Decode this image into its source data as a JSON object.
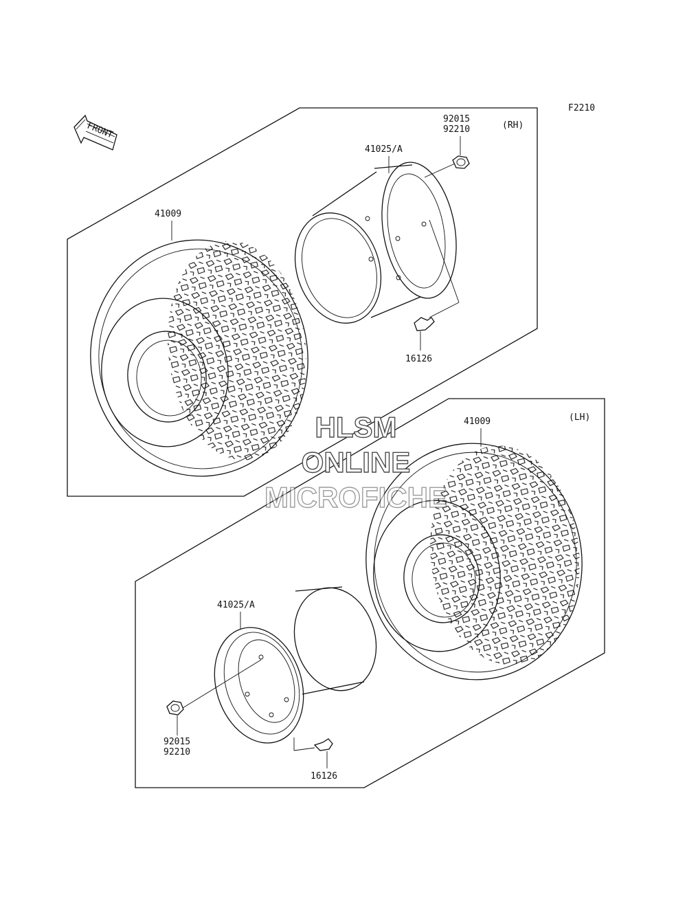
{
  "diagram_code": "F2210",
  "front_arrow_text": "FRONT",
  "rh_group": {
    "side_label": "(RH)",
    "tire_part": "41009",
    "wheel_part": "41025/A",
    "nut_parts": [
      "92015",
      "92210"
    ],
    "valve_part": "16126"
  },
  "lh_group": {
    "side_label": "(LH)",
    "tire_part": "41009",
    "wheel_part": "41025/A",
    "nut_parts": [
      "92015",
      "92210"
    ],
    "valve_part": "16126"
  },
  "watermark": {
    "line1": "HLSM",
    "line2": "ONLINE",
    "line3": "MICROFICHE"
  }
}
